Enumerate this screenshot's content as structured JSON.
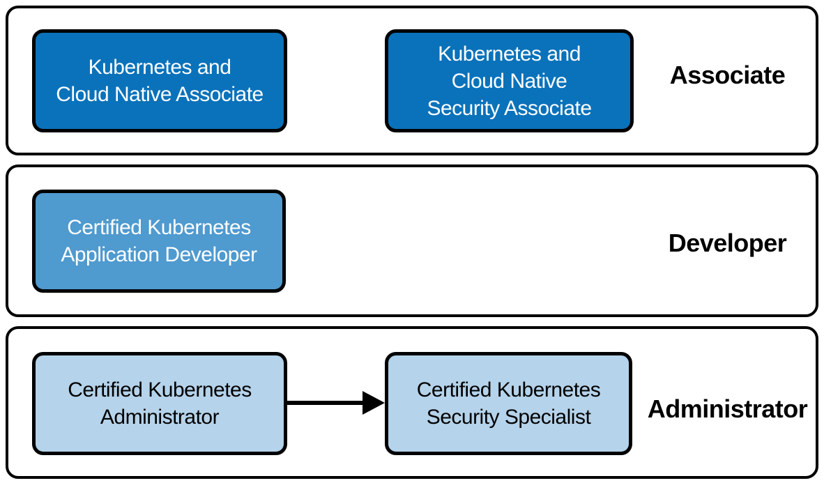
{
  "diagram": {
    "background_color": "#ffffff",
    "outline_color": "#000000",
    "bands": [
      {
        "id": "associate",
        "label": "Associate",
        "nodes": [
          {
            "id": "kcna",
            "label": "Kubernetes and\nCloud Native Associate",
            "fill_color": "#0a72ba",
            "text_color": "#ffffff"
          },
          {
            "id": "kcsa",
            "label": "Kubernetes and\nCloud Native\nSecurity Associate",
            "fill_color": "#0a72ba",
            "text_color": "#ffffff"
          }
        ]
      },
      {
        "id": "developer",
        "label": "Developer",
        "nodes": [
          {
            "id": "ckad",
            "label": "Certified Kubernetes\nApplication Developer",
            "fill_color": "#4f9acf",
            "text_color": "#ffffff"
          }
        ]
      },
      {
        "id": "administrator",
        "label": "Administrator",
        "nodes": [
          {
            "id": "cka",
            "label": "Certified Kubernetes\nAdministrator",
            "fill_color": "#b5d3ea",
            "text_color": "#000000"
          },
          {
            "id": "cks",
            "label": "Certified Kubernetes\nSecurity Specialist",
            "fill_color": "#b5d3ea",
            "text_color": "#000000"
          }
        ],
        "edge": {
          "from": "cka",
          "to": "cks",
          "type": "arrow-right",
          "color": "#000000"
        }
      }
    ]
  }
}
